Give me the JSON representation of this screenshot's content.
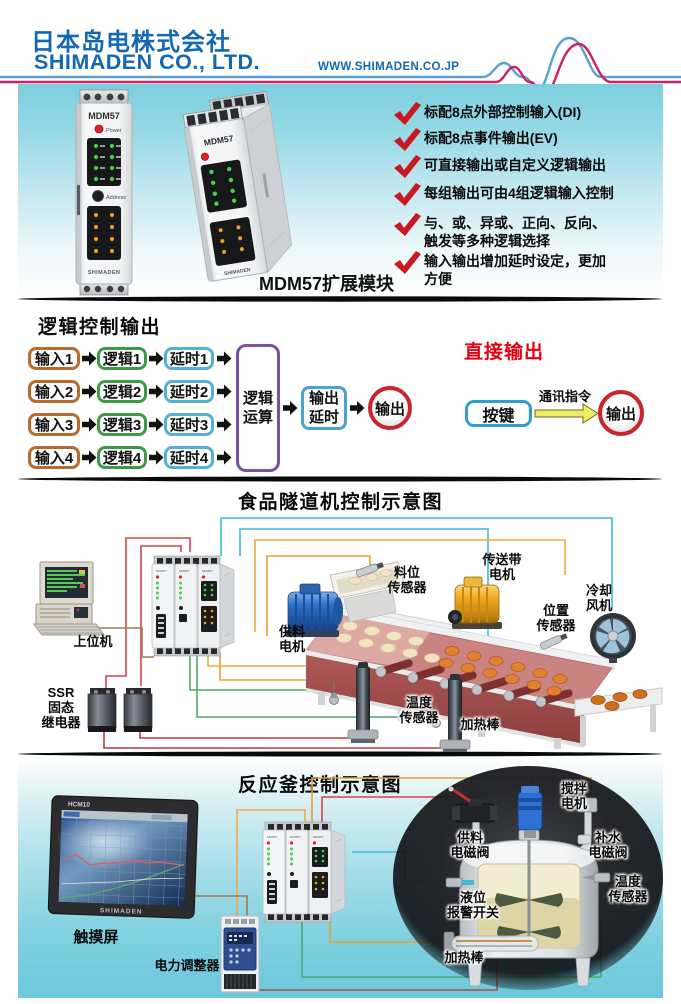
{
  "header": {
    "company_cn": "日本岛电株式会社",
    "company_en": "SHIMADEN CO., LTD.",
    "website": "WWW.SHIMADEN.CO.JP",
    "brand_blue": "#1268b3",
    "wave_blue": "#5b9fd8",
    "wave_red": "#cb2161"
  },
  "product": {
    "caption": "MDM57扩展模块",
    "module": {
      "name": "MDM57",
      "power": "Power",
      "address": "Address",
      "brand": "SHIMADEN"
    },
    "check_color": "#c9181f",
    "features": [
      "标配8点外部控制输入(DI)",
      "标配8点事件输出(EV)",
      "可直接输出或自定义逻辑输出",
      "每组输出可由4组逻辑输入控制",
      "与、或、异或、正向、反向、\n触发等多种逻辑选择",
      "输入输出增加延时设定，更加\n方便"
    ]
  },
  "logic": {
    "title": "逻辑控制输出",
    "rows": [
      {
        "input": "输入1",
        "logic": "逻辑1",
        "delay": "延时1"
      },
      {
        "input": "输入2",
        "logic": "逻辑2",
        "delay": "延时2"
      },
      {
        "input": "输入3",
        "logic": "逻辑3",
        "delay": "延时3"
      },
      {
        "input": "输入4",
        "logic": "逻辑4",
        "delay": "延时4"
      }
    ],
    "operation": "逻辑\n运算",
    "output_delay": "输出\n延时",
    "output": "输出",
    "colors": {
      "input": "#b96a2f",
      "logic": "#3d9b45",
      "delay": "#55b0d5",
      "operation": "#7b52a3",
      "output_delay": "#4aa3cc",
      "circle": "#c9252c"
    }
  },
  "direct": {
    "title": "直接输出",
    "title_color": "#e60012",
    "button": "按键",
    "command": "通讯指令",
    "output": "输出"
  },
  "tunnel": {
    "title": "食品隧道机控制示意图",
    "labels": {
      "host": "上位机",
      "ssr": "SSR\n固态\n继电器",
      "feed_motor": "供料\n电机",
      "level_sensor": "料位\n传感器",
      "belt_motor": "传送带\n电机",
      "position_sensor": "位置\n传感器",
      "cooling_fan": "冷却\n风机",
      "temp_sensor": "温度\n传感器",
      "heater": "加热棒"
    }
  },
  "kettle": {
    "title": "反应釜控制示意图",
    "labels": {
      "touch_screen": "触摸屏",
      "power_regulator": "电力调整器",
      "stir_motor": "搅拌\n电机",
      "feed_valve": "供料\n电磁阀",
      "water_valve": "补水\n电磁阀",
      "level_switch": "液位\n报警开关",
      "temp_sensor": "温度\n传感器",
      "heater": "加热棒",
      "hmi_model": "HCM10",
      "hmi_brand": "SHIMADEN"
    }
  }
}
